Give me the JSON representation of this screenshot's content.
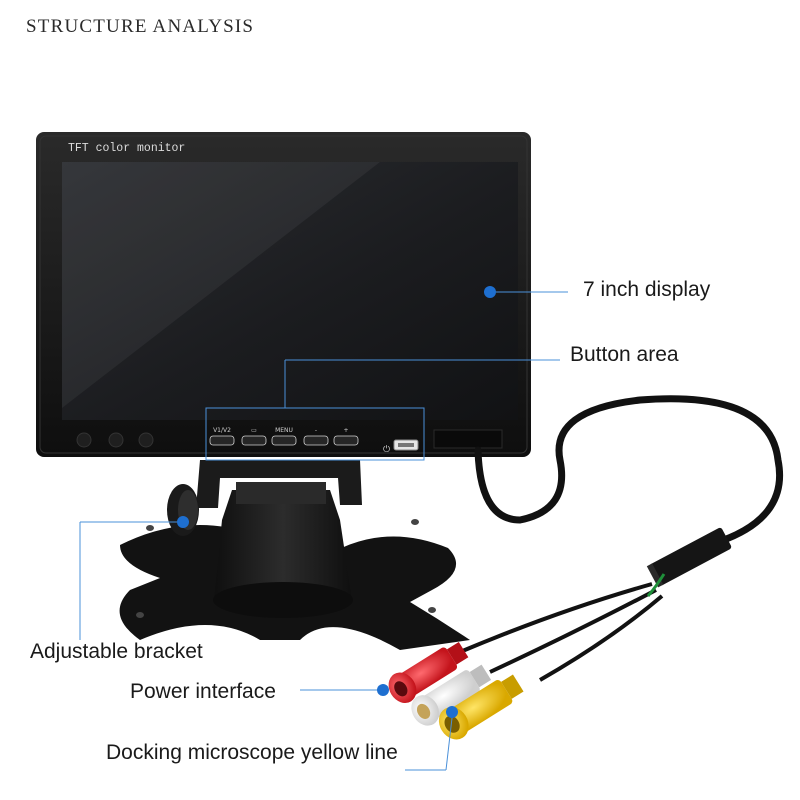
{
  "header": {
    "title": "STRUCTURE ANALYSIS"
  },
  "monitor": {
    "brand_text": "TFT color monitor",
    "buttons": [
      {
        "label": "V1/V2"
      },
      {
        "label": "▭"
      },
      {
        "label": "MENU"
      },
      {
        "label": "-"
      },
      {
        "label": "+"
      }
    ],
    "power_symbol": "⏻"
  },
  "callouts": {
    "display": "7 inch display",
    "buttons": "Button area",
    "bracket": "Adjustable bracket",
    "power": "Power interface",
    "yellow": "Docking microscope yellow line"
  },
  "colors": {
    "callout_line": "#4a90d9",
    "callout_dot": "#1e6fd0",
    "bezel": "#151515",
    "screen": "#1c1d20",
    "rca_red": "#e8262f",
    "rca_white": "#f2f2f2",
    "rca_yellow": "#f4c400",
    "stand": "#1a1a1a"
  }
}
